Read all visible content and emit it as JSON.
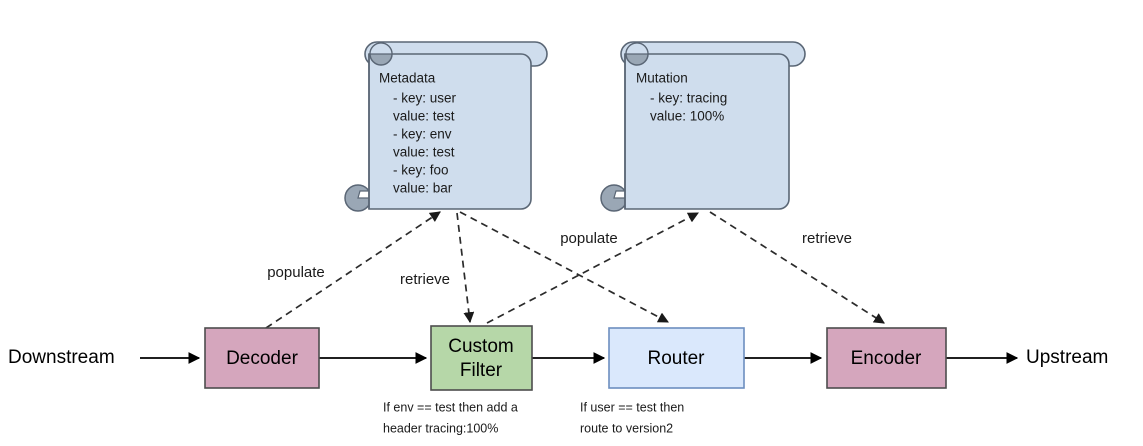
{
  "diagram": {
    "title": "Envoy filter chain metadata flow",
    "background": "#ffffff",
    "colors": {
      "pink_fill": "#d5a6bd",
      "pink_stroke": "#4d4d4d",
      "green_fill": "#b6d7a8",
      "green_stroke": "#4d4d4d",
      "blue_fill": "#dae8fc",
      "blue_stroke": "#6c8ebf",
      "scroll_fill": "#cfdded",
      "scroll_stroke": "#5a6675",
      "scroll_curl_fill": "#9aa7b5",
      "edge_solid": "#000000",
      "edge_dashed": "#2b2b2b",
      "text": "#000000"
    },
    "endpoints": [
      {
        "id": "downstream",
        "label": "Downstream"
      },
      {
        "id": "upstream",
        "label": "Upstream"
      }
    ],
    "nodes": [
      {
        "id": "decoder",
        "label": "Decoder",
        "fill": "#d5a6bd",
        "stroke": "#4d4d4d"
      },
      {
        "id": "custom-filter",
        "label_line1": "Custom",
        "label_line2": "Filter",
        "fill": "#b6d7a8",
        "stroke": "#4d4d4d"
      },
      {
        "id": "router",
        "label": "Router",
        "fill": "#dae8fc",
        "stroke": "#6c8ebf"
      },
      {
        "id": "encoder",
        "label": "Encoder",
        "fill": "#d5a6bd",
        "stroke": "#4d4d4d"
      }
    ],
    "scrolls": [
      {
        "id": "metadata",
        "title": "Metadata",
        "lines": [
          "- key: user",
          "  value: test",
          "- key: env",
          "  value: test",
          "- key: foo",
          "  value: bar"
        ]
      },
      {
        "id": "mutation",
        "title": "Mutation",
        "lines": [
          "- key: tracing",
          "  value: 100%"
        ]
      }
    ],
    "edge_labels": [
      {
        "id": "populate-metadata",
        "text": "populate"
      },
      {
        "id": "retrieve-metadata",
        "text": "retrieve"
      },
      {
        "id": "populate-mutation",
        "text": "populate"
      },
      {
        "id": "retrieve-mutation",
        "text": "retrieve"
      }
    ],
    "captions": [
      {
        "id": "custom-filter-caption",
        "line1": "If env == test then add a",
        "line2": "header tracing:100%"
      },
      {
        "id": "router-caption",
        "line1": "If user == test then",
        "line2": "route to version2"
      }
    ]
  }
}
